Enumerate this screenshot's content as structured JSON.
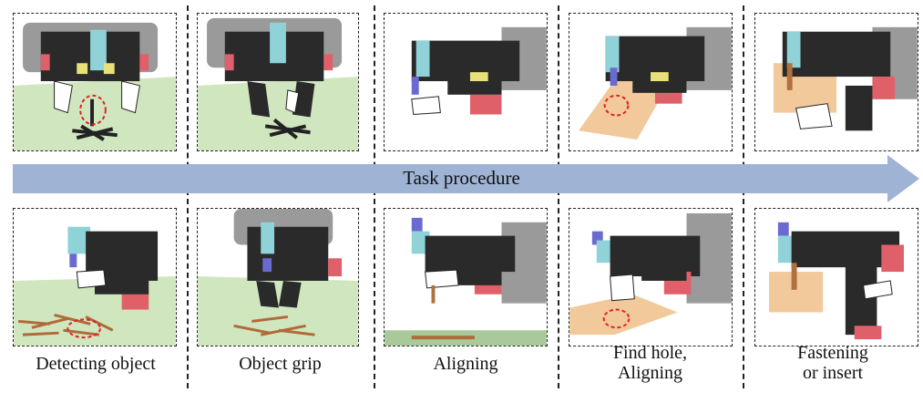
{
  "arrow": {
    "label": "Task procedure",
    "color": "#9fb3d4"
  },
  "steps": [
    {
      "caption_line1": "Detecting object",
      "caption_line2": ""
    },
    {
      "caption_line1": "Object grip",
      "caption_line2": ""
    },
    {
      "caption_line1": "Aligning",
      "caption_line2": ""
    },
    {
      "caption_line1": "Find hole,",
      "caption_line2": "Aligning"
    },
    {
      "caption_line1": "Fastening",
      "caption_line2": "or insert"
    }
  ],
  "colors": {
    "ground_green": "#cfe6bf",
    "wood": "#f1c99a",
    "robot_dark": "#2a2a2a",
    "robot_cyan": "#8fd3d8",
    "robot_red": "#e0606a",
    "robot_yellow": "#e8e07a",
    "robot_grey": "#9a9a9a",
    "marker_red": "#e02020"
  }
}
